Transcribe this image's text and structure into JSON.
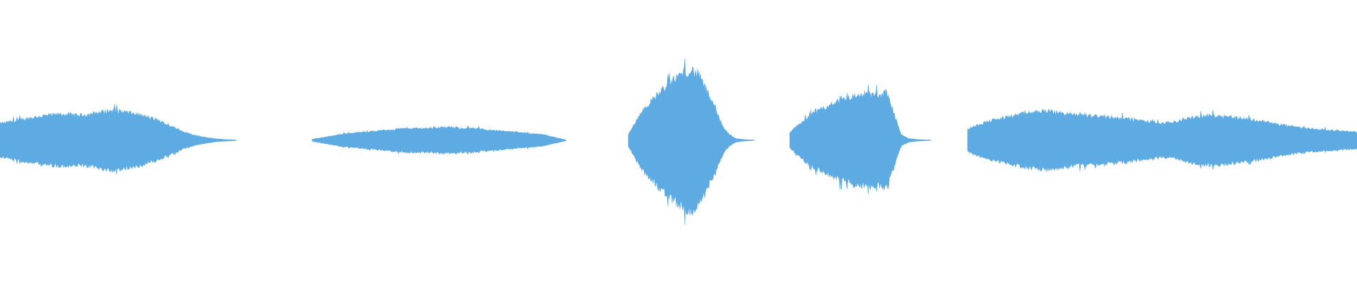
{
  "waveform": {
    "color": "#5dabe2",
    "background": "#ffffff",
    "amplitude_scale": 1.0,
    "segments": [
      {
        "name": "segment-1",
        "start": 0.0,
        "end": 0.174,
        "envelope": [
          0.18,
          0.2,
          0.22,
          0.24,
          0.26,
          0.27,
          0.28,
          0.28,
          0.27,
          0.28,
          0.3,
          0.32,
          0.32,
          0.3,
          0.28,
          0.25,
          0.22,
          0.17,
          0.12,
          0.08,
          0.05,
          0.03,
          0.015,
          0.008,
          0.003
        ]
      },
      {
        "name": "segment-2",
        "start": 0.23,
        "end": 0.417,
        "envelope": [
          0.01,
          0.03,
          0.05,
          0.07,
          0.08,
          0.09,
          0.1,
          0.11,
          0.12,
          0.13,
          0.13,
          0.13,
          0.14,
          0.14,
          0.13,
          0.13,
          0.12,
          0.11,
          0.1,
          0.09,
          0.08,
          0.07,
          0.06,
          0.03,
          0.005
        ]
      },
      {
        "name": "segment-3",
        "start": 0.463,
        "end": 0.556,
        "envelope": [
          0.06,
          0.18,
          0.3,
          0.38,
          0.45,
          0.52,
          0.58,
          0.64,
          0.7,
          0.74,
          0.76,
          0.72,
          0.6,
          0.45,
          0.3,
          0.15,
          0.06,
          0.02,
          0.01,
          0.005,
          0.003
        ]
      },
      {
        "name": "segment-4",
        "start": 0.582,
        "end": 0.686,
        "envelope": [
          0.08,
          0.16,
          0.22,
          0.28,
          0.32,
          0.36,
          0.4,
          0.44,
          0.46,
          0.48,
          0.5,
          0.5,
          0.48,
          0.52,
          0.3,
          0.06,
          0.02,
          0.01,
          0.005,
          0.003
        ]
      },
      {
        "name": "segment-5",
        "start": 0.713,
        "end": 1.0,
        "envelope": [
          0.12,
          0.18,
          0.22,
          0.25,
          0.28,
          0.3,
          0.32,
          0.3,
          0.28,
          0.27,
          0.26,
          0.25,
          0.24,
          0.22,
          0.2,
          0.18,
          0.2,
          0.24,
          0.26,
          0.27,
          0.26,
          0.24,
          0.22,
          0.2,
          0.17,
          0.15,
          0.13,
          0.12,
          0.11,
          0.1,
          0.09
        ]
      }
    ]
  }
}
